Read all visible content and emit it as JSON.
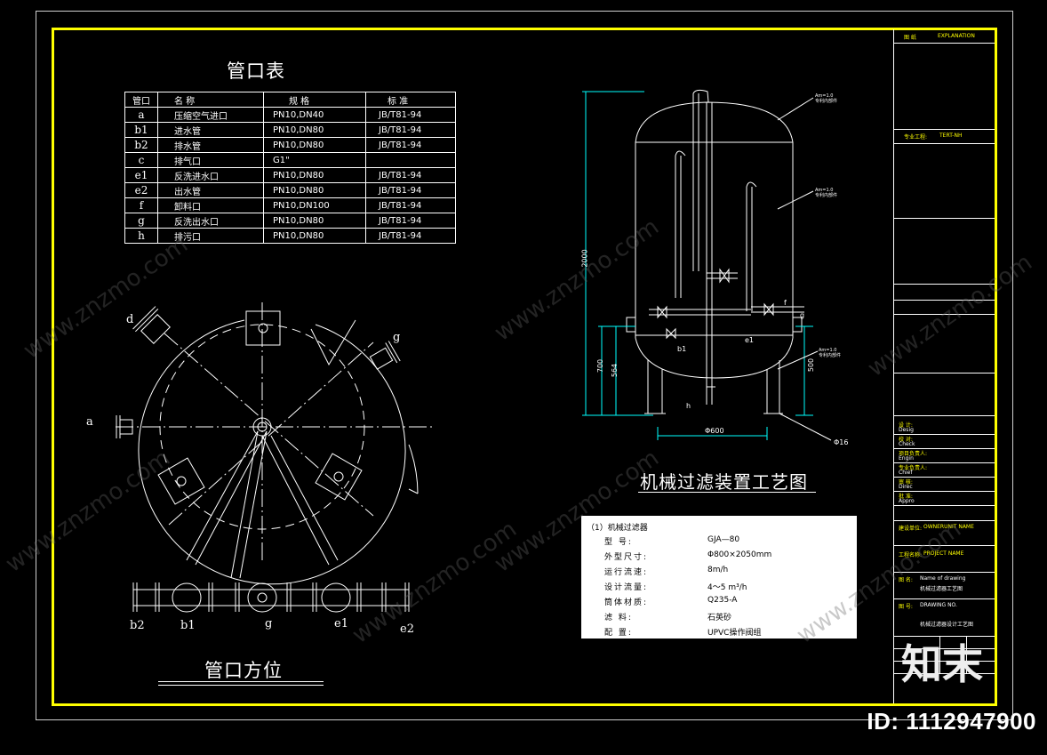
{
  "port_table": {
    "title": "管口表",
    "headers": [
      "管口",
      "名  称",
      "规  格",
      "标  准"
    ],
    "rows": [
      {
        "id": "a",
        "name": "压缩空气进口",
        "spec": "PN10,DN40",
        "std": "JB/T81-94"
      },
      {
        "id": "b1",
        "name": "进水管",
        "spec": "PN10,DN80",
        "std": "JB/T81-94"
      },
      {
        "id": "b2",
        "name": "排水管",
        "spec": "PN10,DN80",
        "std": "JB/T81-94"
      },
      {
        "id": "c",
        "name": "排气口",
        "spec": "G1\"",
        "std": ""
      },
      {
        "id": "e1",
        "name": "反洗进水口",
        "spec": "PN10,DN80",
        "std": "JB/T81-94"
      },
      {
        "id": "e2",
        "name": "出水管",
        "spec": "PN10,DN80",
        "std": "JB/T81-94"
      },
      {
        "id": "f",
        "name": "卸料口",
        "spec": "PN10,DN100",
        "std": "JB/T81-94"
      },
      {
        "id": "g",
        "name": "反洗出水口",
        "spec": "PN10,DN80",
        "std": "JB/T81-94"
      },
      {
        "id": "h",
        "name": "排污口",
        "spec": "PN10,DN80",
        "std": "JB/T81-94"
      }
    ]
  },
  "orientation": {
    "title": "管口方位",
    "labels": {
      "a": "a",
      "d": "d",
      "g": "g",
      "b2": "b2",
      "b1": "b1",
      "g_bottom": "g",
      "e1": "e1",
      "e2": "e2"
    }
  },
  "process": {
    "title": "机械过滤装置工艺图",
    "dims": {
      "height_total": "2000",
      "h700": "700",
      "h564": "564",
      "h500": "500",
      "width": "Φ600",
      "phi": "Φ16"
    },
    "nozzles": {
      "b1": "b1",
      "e1": "e1",
      "h": "h",
      "g": "g",
      "f": "f"
    }
  },
  "spec": {
    "head": "（1）机械过滤器",
    "rows": [
      {
        "k": "型    号:",
        "v": "GJA—80"
      },
      {
        "k": "外型尺寸:",
        "v": "Φ800×2050mm"
      },
      {
        "k": "运行流速:",
        "v": "8m/h"
      },
      {
        "k": "设计流量:",
        "v": "4～5 m³/h"
      },
      {
        "k": "筒体材质:",
        "v": "Q235-A"
      },
      {
        "k": "滤    料:",
        "v": "石英砂"
      },
      {
        "k": "配    置:",
        "v": "UPVC操作阀组"
      }
    ]
  },
  "titleblock": {
    "top_label": "图 纸",
    "top_value": "EXPLANATION",
    "row2_label": "专业工程:",
    "row2_value": "TERT-NH",
    "rows": [
      {
        "lbl": "设 计:",
        "val": "Desig"
      },
      {
        "lbl": "校 对:",
        "val": "Check"
      },
      {
        "lbl": "项目负责人:",
        "val": "Engin"
      },
      {
        "lbl": "专业负责人:",
        "val": "Chief"
      },
      {
        "lbl": "审 核:",
        "val": "Direc"
      },
      {
        "lbl": "批 准:",
        "val": "Appro"
      }
    ],
    "owner_label": "建设单位:",
    "owner_value": "OWNERUNIT NAME",
    "proj_label": "工程名称:",
    "proj_value": "PROJECT NAME",
    "drawing_label": "图 名:",
    "drawing_value": "Name of drawing",
    "drawing_sub": "机械过滤器工艺图",
    "no_label": "图 号:",
    "no_value": "DRAWING NO.",
    "sheet_sub": "机械过滤器设计工艺图"
  },
  "watermark": "www.znzmo.com",
  "logo": "知末",
  "id_tag": "ID: 1112947900"
}
